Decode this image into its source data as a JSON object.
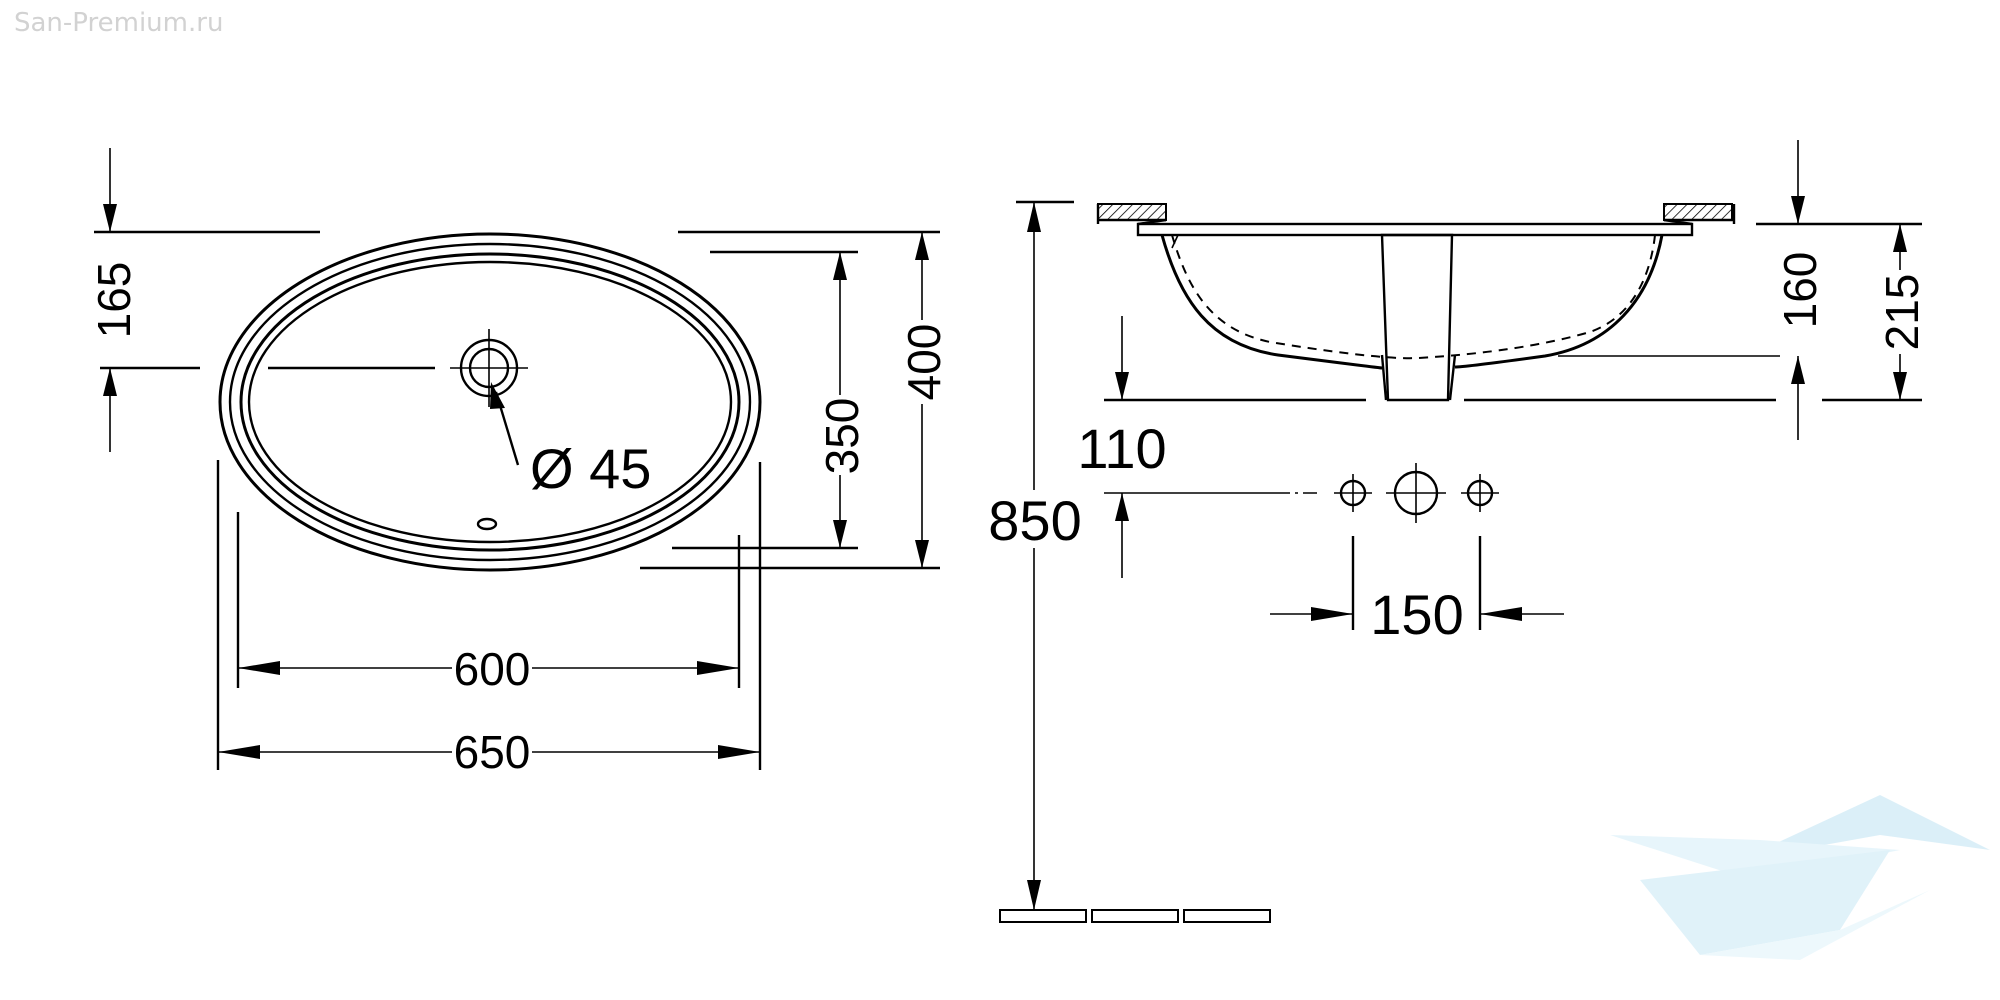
{
  "watermark": "San-Premium.ru",
  "top_view": {
    "dim_offset": "165",
    "dim_inner_depth": "350",
    "dim_outer_depth": "400",
    "dim_inner_width": "600",
    "dim_outer_width": "650",
    "dim_drain": "Ø 45"
  },
  "side_view": {
    "dim_height": "850",
    "dim_bowl_depth": "160",
    "dim_total_depth": "215",
    "dim_tap_height": "110",
    "dim_tap_spacing": "150"
  }
}
